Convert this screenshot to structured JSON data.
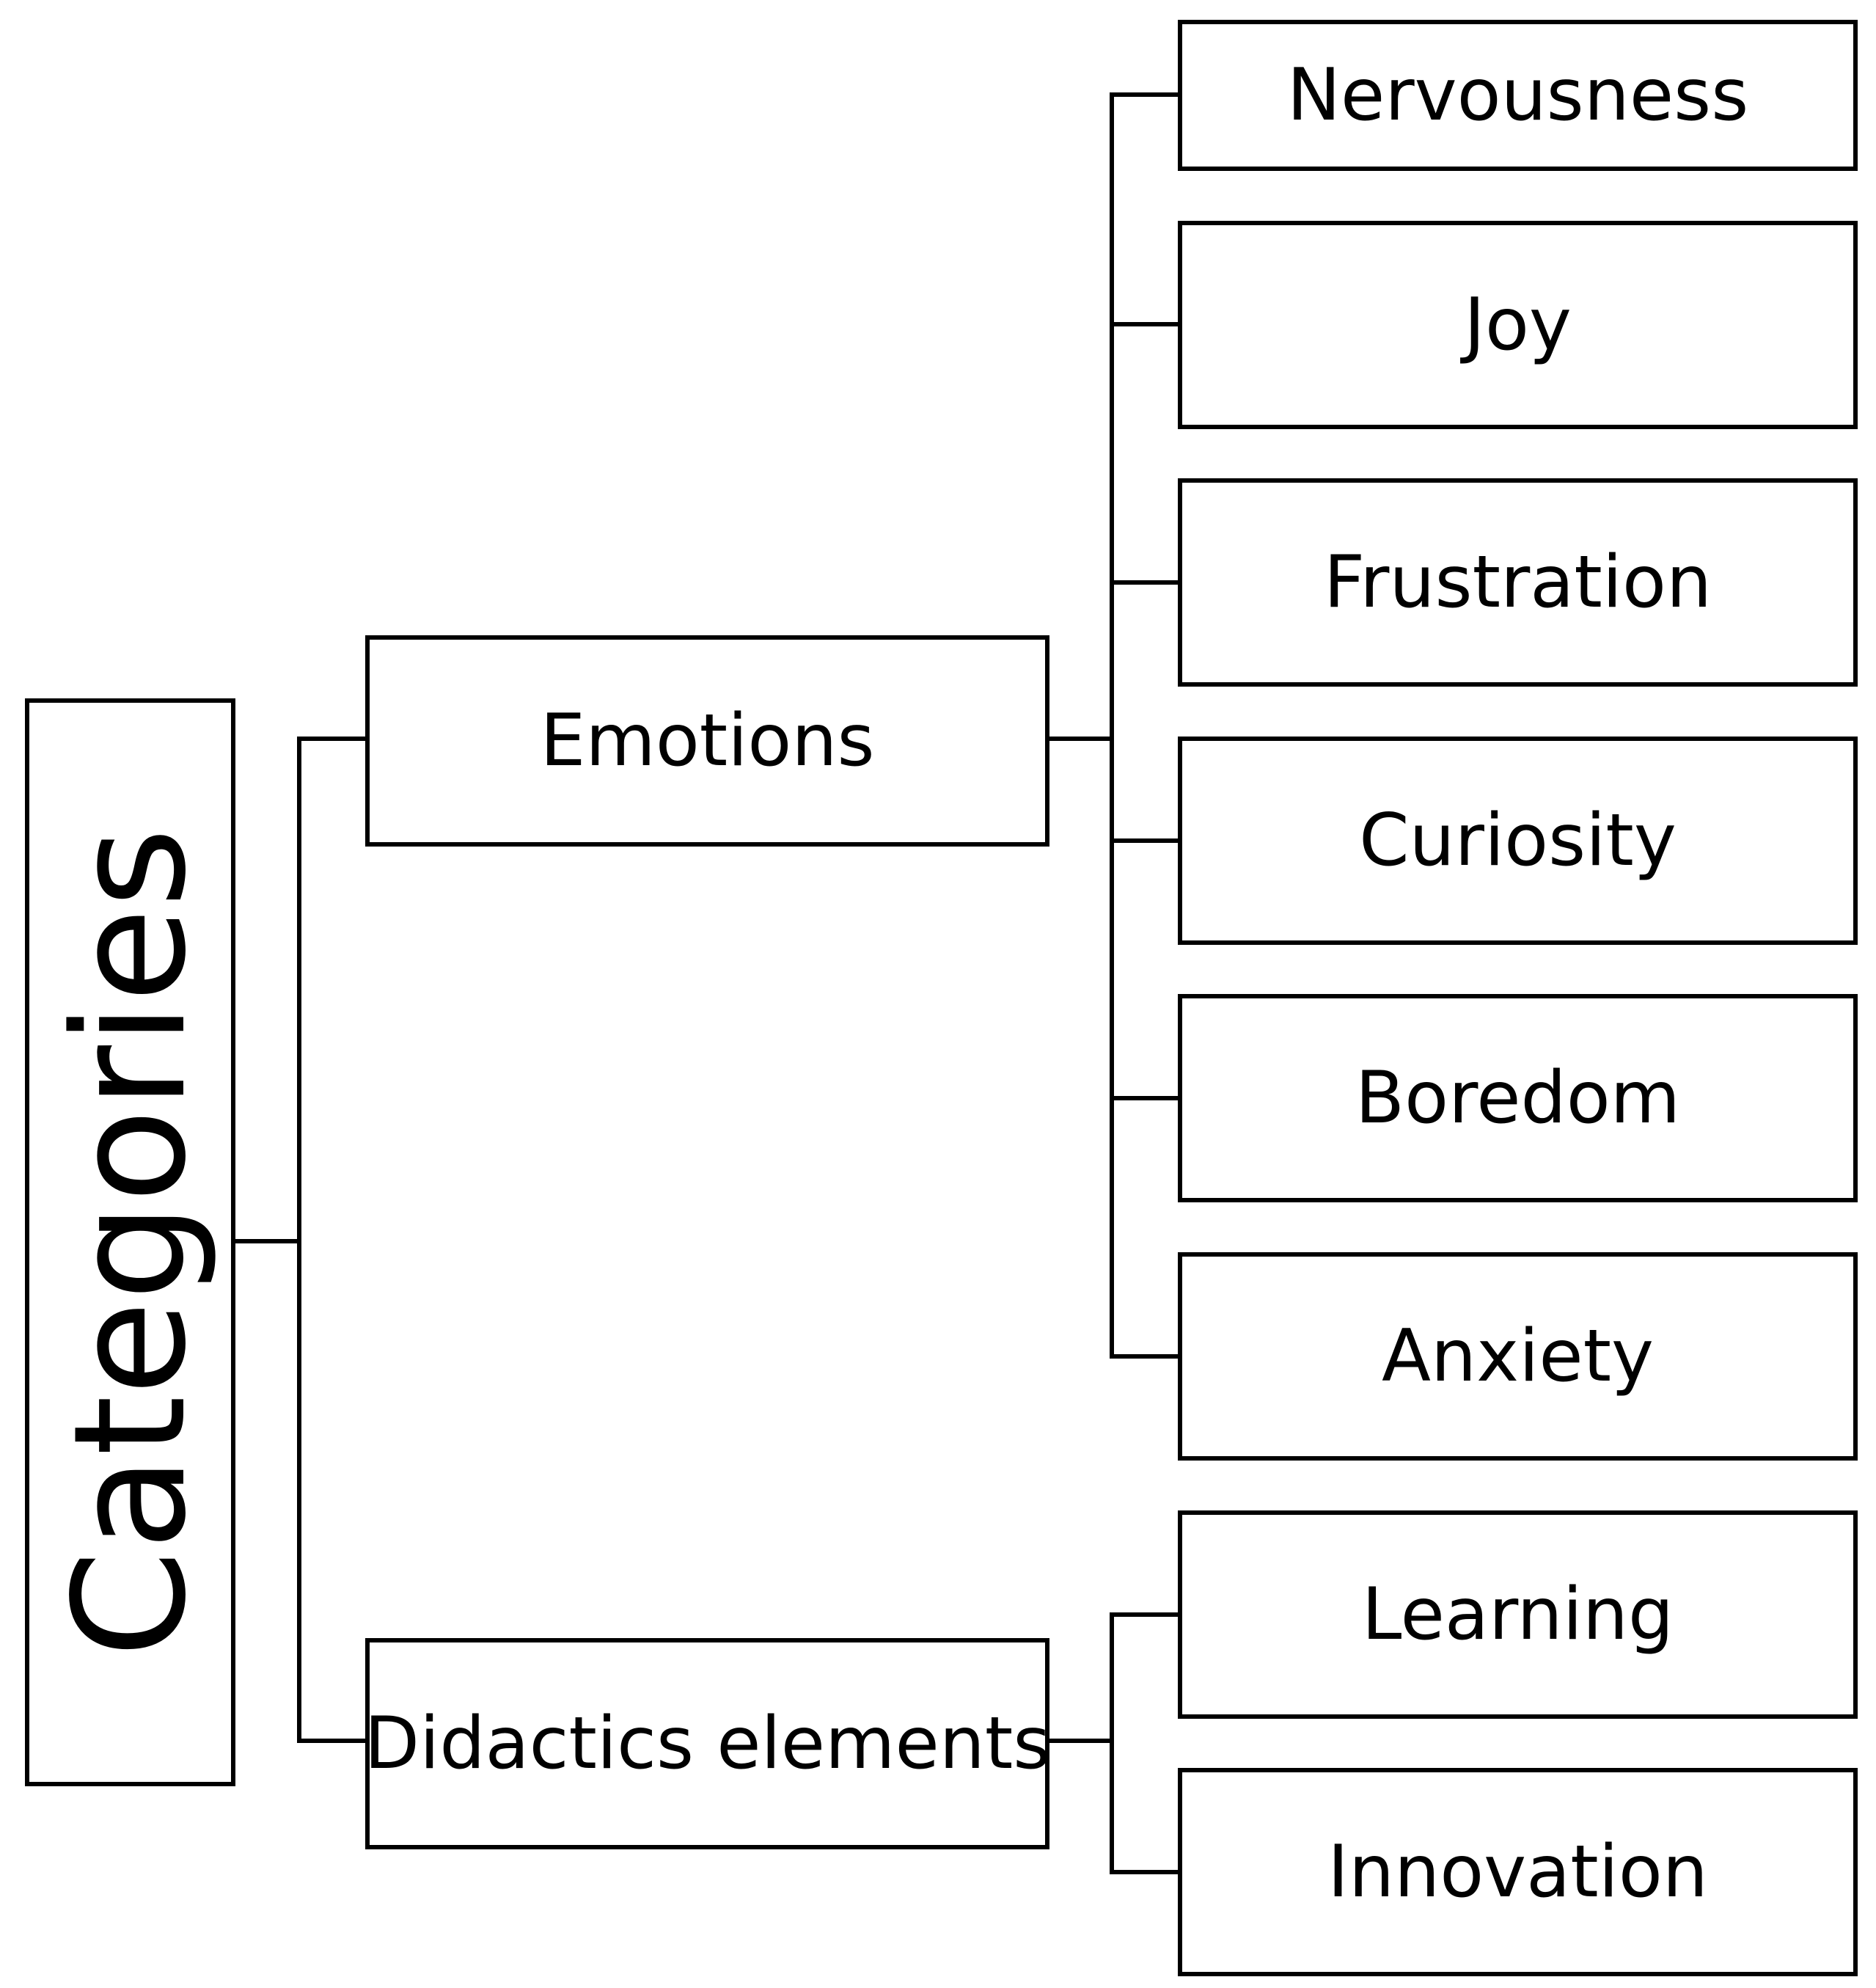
{
  "root": {
    "label": "Categories"
  },
  "groups": [
    {
      "label": "Emotions",
      "children": [
        "Nervousness",
        "Joy",
        "Frustration",
        "Curiosity",
        "Boredom",
        "Anxiety"
      ]
    },
    {
      "label": "Didactics elements",
      "children": [
        "Learning",
        "Innovation"
      ]
    }
  ],
  "colors": {
    "line": "#000000",
    "box_fill": "#ffffff",
    "text": "#000000"
  }
}
